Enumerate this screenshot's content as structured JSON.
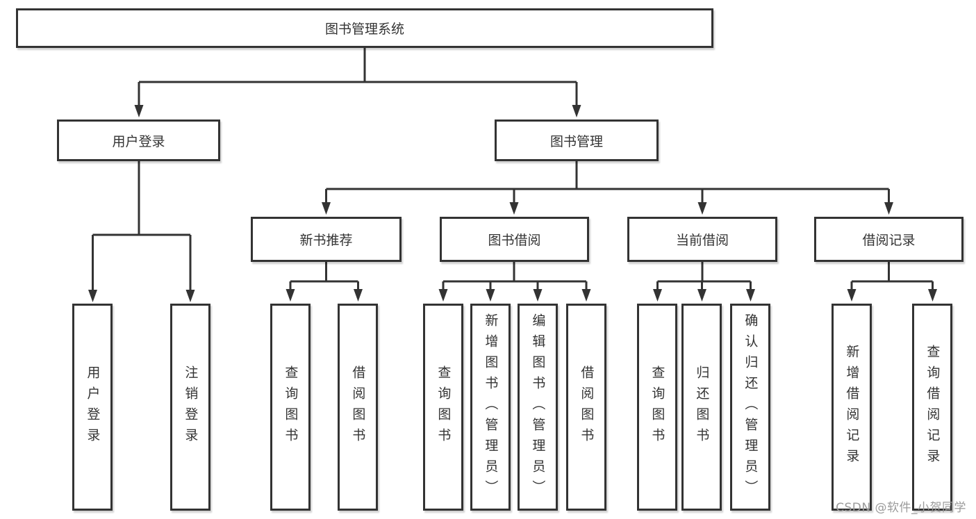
{
  "diagram": {
    "root": {
      "label": "图书管理系统",
      "children": [
        {
          "label": "用户登录",
          "children": [
            {
              "label": "用户登录"
            },
            {
              "label": "注销登录"
            }
          ]
        },
        {
          "label": "图书管理",
          "children": [
            {
              "label": "新书推荐",
              "children": [
                {
                  "label": "查询图书"
                },
                {
                  "label": "借阅图书"
                }
              ]
            },
            {
              "label": "图书借阅",
              "children": [
                {
                  "label": "查询图书"
                },
                {
                  "label": "新增图书（管理员）"
                },
                {
                  "label": "编辑图书（管理员）"
                },
                {
                  "label": "借阅图书"
                }
              ]
            },
            {
              "label": "当前借阅",
              "children": [
                {
                  "label": "查询图书"
                },
                {
                  "label": "归还图书"
                },
                {
                  "label": "确认归还（管理员）"
                }
              ]
            },
            {
              "label": "借阅记录",
              "children": [
                {
                  "label": "新增借阅记录"
                },
                {
                  "label": "查询借阅记录"
                }
              ]
            }
          ]
        }
      ]
    }
  },
  "watermark": {
    "text": "CSDN @软件_小贺同学"
  },
  "colors": {
    "line": "#333333",
    "box_border": "#333333",
    "box_fill": "#ffffff",
    "text": "#333333",
    "watermark_text": "#9b9b9b",
    "background": "#ffffff"
  }
}
